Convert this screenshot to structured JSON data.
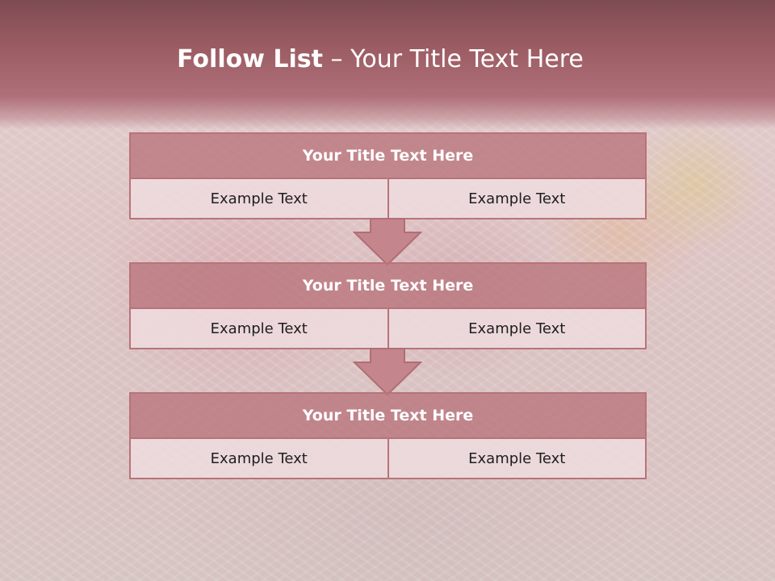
{
  "slide": {
    "title_bold": "Follow List",
    "title_separator": "–",
    "title_rest": "Your Title Text Here"
  },
  "blocks": [
    {
      "title": "Your Title Text Here",
      "cells": [
        "Example Text",
        "Example Text"
      ]
    },
    {
      "title": "Your Title Text Here",
      "cells": [
        "Example Text",
        "Example Text"
      ]
    },
    {
      "title": "Your Title Text Here",
      "cells": [
        "Example Text",
        "Example Text"
      ]
    }
  ],
  "colors": {
    "header_band": "#9a5b62",
    "block_title_fill": "#c88d93",
    "block_border": "#b8737b",
    "cell_fill": "#eedcde",
    "arrow_fill": "#c5858c"
  },
  "icons": [
    "down-arrow-icon"
  ]
}
